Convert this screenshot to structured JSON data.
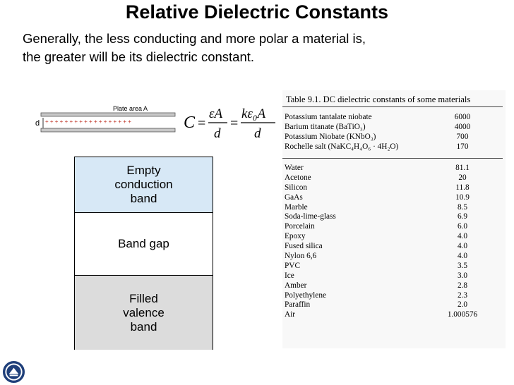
{
  "title": "Relative Dielectric Constants",
  "subtitle_line1": "Generally, the less conducting and more polar a material is,",
  "subtitle_line2": "the greater will be its dielectric constant.",
  "capacitor": {
    "plate_label": "Plate area A",
    "distance_label": "d",
    "charge_row": "+ + + + + + + + + + + + + + + + + +"
  },
  "formula": {
    "lhs": "C",
    "num1": "εA",
    "den1": "d",
    "num2": "kε₀A",
    "den2": "d"
  },
  "bands": {
    "conduction": [
      "Empty",
      "conduction",
      "band"
    ],
    "gap": "Band gap",
    "valence": [
      "Filled",
      "valence",
      "band"
    ]
  },
  "table": {
    "caption": "Table 9.1.   DC dielectric constants of some materials",
    "group1": [
      {
        "name": "Potassium tantalate niobate",
        "value": "6000"
      },
      {
        "name": "Barium titanate (BaTiO₃)",
        "value": "4000"
      },
      {
        "name": "Potassium Niobate (KNbO₃)",
        "value": "700"
      },
      {
        "name": "Rochelle salt (NaKC₄H₄O₆ · 4H₂O)",
        "value": "170"
      }
    ],
    "group2": [
      {
        "name": "Water",
        "value": "81.1"
      },
      {
        "name": "Acetone",
        "value": "20"
      },
      {
        "name": "Silicon",
        "value": "11.8"
      },
      {
        "name": "GaAs",
        "value": "10.9"
      },
      {
        "name": "Marble",
        "value": "8.5"
      },
      {
        "name": "Soda-lime-glass",
        "value": "6.9"
      },
      {
        "name": "Porcelain",
        "value": "6.0"
      },
      {
        "name": "Epoxy",
        "value": "4.0"
      },
      {
        "name": "Fused silica",
        "value": "4.0"
      },
      {
        "name": "Nylon 6,6",
        "value": "4.0"
      },
      {
        "name": "PVC",
        "value": "3.5"
      },
      {
        "name": "Ice",
        "value": "3.0"
      },
      {
        "name": "Amber",
        "value": "2.8"
      },
      {
        "name": "Polyethylene",
        "value": "2.3"
      },
      {
        "name": "Paraffin",
        "value": "2.0"
      },
      {
        "name": "Air",
        "value": "1.000576"
      }
    ]
  },
  "icons": {
    "logo": "university-seal-icon"
  }
}
